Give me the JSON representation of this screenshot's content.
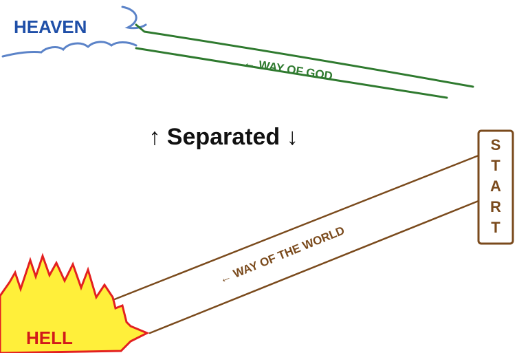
{
  "heaven": {
    "label": "HEAVEN",
    "color": "#1f4fa8",
    "cloud_color": "#5b83c8"
  },
  "way_of_god": {
    "label": "← WAY OF GOD",
    "color": "#2f7a2f"
  },
  "separator": {
    "text": "↑ Separated ↓"
  },
  "start": {
    "letters": [
      "S",
      "T",
      "A",
      "R",
      "T"
    ],
    "color": "#7a4a1c"
  },
  "way_of_world": {
    "label": "← WAY OF THE WORLD",
    "color": "#7a4a1c"
  },
  "hell": {
    "label": "HELL",
    "label_color": "#d11a1a",
    "fill_color": "#ffef3a",
    "outline_color": "#e32020"
  }
}
